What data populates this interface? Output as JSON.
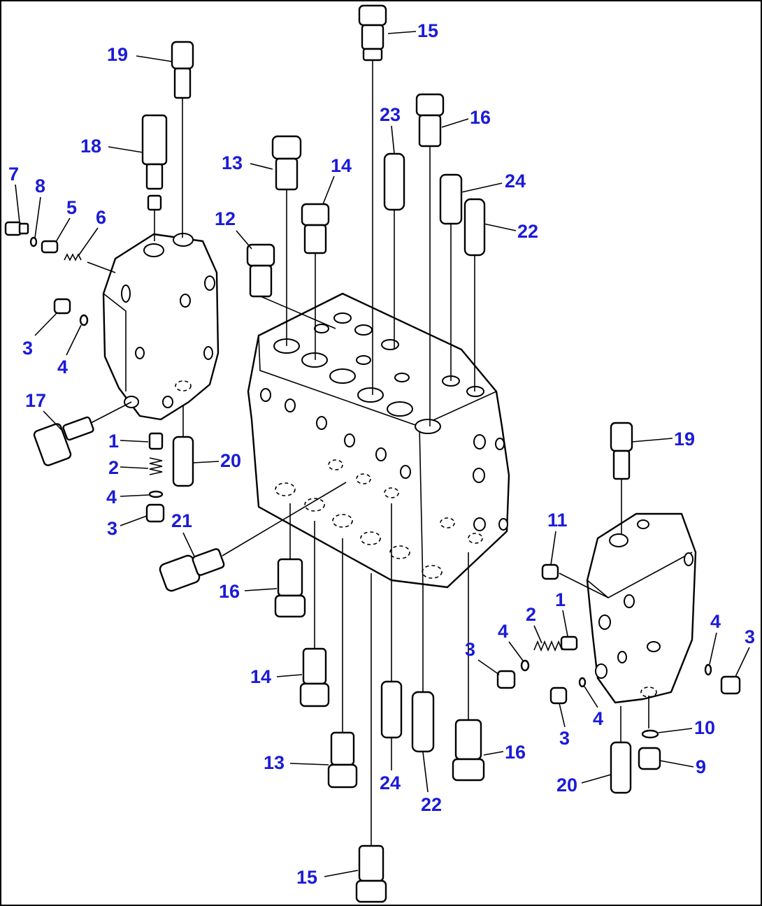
{
  "diagram": {
    "callouts": [
      {
        "id": "c15t",
        "text": "15"
      },
      {
        "id": "c19tl",
        "text": "19"
      },
      {
        "id": "c23",
        "text": "23"
      },
      {
        "id": "c16t",
        "text": "16"
      },
      {
        "id": "c18",
        "text": "18"
      },
      {
        "id": "c13t",
        "text": "13"
      },
      {
        "id": "c14t",
        "text": "14"
      },
      {
        "id": "c24t",
        "text": "24"
      },
      {
        "id": "c7",
        "text": "7"
      },
      {
        "id": "c8",
        "text": "8"
      },
      {
        "id": "c5",
        "text": "5"
      },
      {
        "id": "c6",
        "text": "6"
      },
      {
        "id": "c12",
        "text": "12"
      },
      {
        "id": "c22t",
        "text": "22"
      },
      {
        "id": "c3a",
        "text": "3"
      },
      {
        "id": "c4a",
        "text": "4"
      },
      {
        "id": "c17",
        "text": "17"
      },
      {
        "id": "c1a",
        "text": "1"
      },
      {
        "id": "c2a",
        "text": "2"
      },
      {
        "id": "c20a",
        "text": "20"
      },
      {
        "id": "c4b",
        "text": "4"
      },
      {
        "id": "c3b",
        "text": "3"
      },
      {
        "id": "c19r",
        "text": "19"
      },
      {
        "id": "c21",
        "text": "21"
      },
      {
        "id": "c11",
        "text": "11"
      },
      {
        "id": "c16m",
        "text": "16"
      },
      {
        "id": "c1b",
        "text": "1"
      },
      {
        "id": "c2b",
        "text": "2"
      },
      {
        "id": "c4c",
        "text": "4"
      },
      {
        "id": "c3c",
        "text": "3"
      },
      {
        "id": "c4d",
        "text": "4"
      },
      {
        "id": "c3d",
        "text": "3"
      },
      {
        "id": "c14b",
        "text": "14"
      },
      {
        "id": "c3e",
        "text": "3"
      },
      {
        "id": "c4e",
        "text": "4"
      },
      {
        "id": "c10",
        "text": "10"
      },
      {
        "id": "c13b",
        "text": "13"
      },
      {
        "id": "c24b",
        "text": "24"
      },
      {
        "id": "c16b",
        "text": "16"
      },
      {
        "id": "c9",
        "text": "9"
      },
      {
        "id": "c22b",
        "text": "22"
      },
      {
        "id": "c20b",
        "text": "20"
      },
      {
        "id": "c15b",
        "text": "15"
      }
    ]
  }
}
